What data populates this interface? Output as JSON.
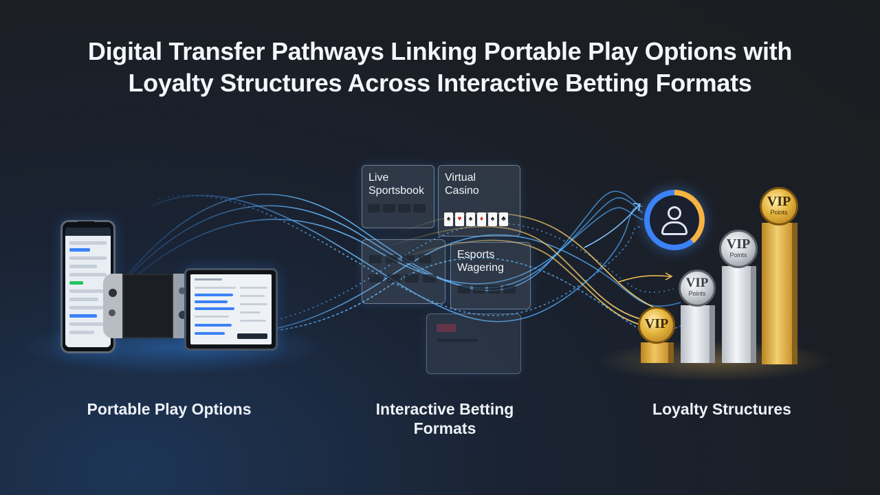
{
  "title": {
    "line1": "Digital Transfer Pathways Linking Portable Play Options with",
    "line2": "Loyalty Structures Across Interactive Betting Formats"
  },
  "captions": {
    "portable": "Portable Play Options",
    "betting_line1": "Interactive Betting",
    "betting_line2": "Formats",
    "loyalty": "Loyalty Structures"
  },
  "cards": {
    "live_sportsbook": {
      "line1": "Live",
      "line2": "Sportsbook"
    },
    "virtual_casino": {
      "line1": "Virtual",
      "line2": "Casino"
    },
    "esports_wagering": {
      "line1": "Esports",
      "line2": "Wagering"
    }
  },
  "coins": {
    "small": {
      "text": "VIP"
    },
    "medium": {
      "text": "VIP",
      "sub": "Points"
    },
    "large": {
      "text": "VIP",
      "sub": "Points"
    },
    "xlarge": {
      "text": "VIP",
      "sub": "Points"
    }
  },
  "icons": [
    "smartphone-icon",
    "handheld-console-icon",
    "tablet-icon",
    "user-avatar-icon",
    "playing-card-icon",
    "arrow-right-icon"
  ],
  "colors": {
    "flow_blue": "#4aa8ff",
    "flow_gold": "#f3c45a",
    "accent_blue": "#3b82f6",
    "gold": "#e6b43c",
    "silver": "#c8ccd2"
  }
}
